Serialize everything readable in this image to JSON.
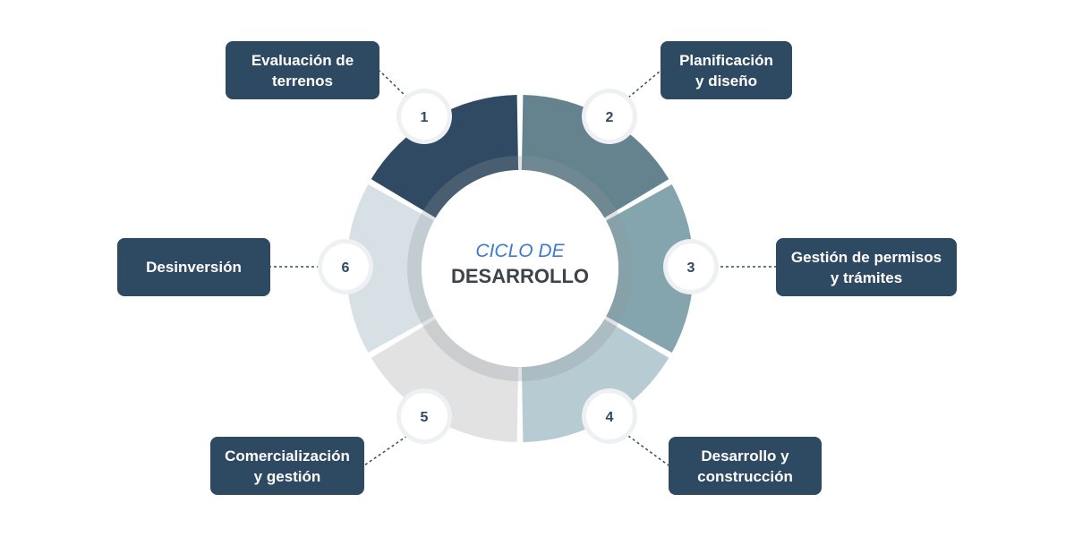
{
  "center": {
    "line1": "CICLO DE",
    "line2": "DESARROLLO"
  },
  "steps": [
    {
      "number": "1",
      "label_line1": "Evaluación de",
      "label_line2": "terrenos",
      "color": "#2f4a62"
    },
    {
      "number": "2",
      "label_line1": "Planificación",
      "label_line2": "y diseño",
      "color": "#64838f"
    },
    {
      "number": "3",
      "label_line1": "Gestión de permisos",
      "label_line2": "y trámites",
      "color": "#84a5ae"
    },
    {
      "number": "4",
      "label_line1": "Desarrollo y",
      "label_line2": "construcción",
      "color": "#b6cbd2"
    },
    {
      "number": "5",
      "label_line1": "Comercialización",
      "label_line2": "y gestión",
      "color": "#e2e2e2"
    },
    {
      "number": "6",
      "label_line1": "Desinversión",
      "label_line2": "",
      "color": "#d7e1e5"
    }
  ],
  "colors": {
    "label_background": "#2e4a62",
    "number_text": "#2e4a62",
    "center_ring": "#cfd3d6",
    "center_title_accent": "#3b7bd0",
    "center_title_main": "#3e4349"
  }
}
